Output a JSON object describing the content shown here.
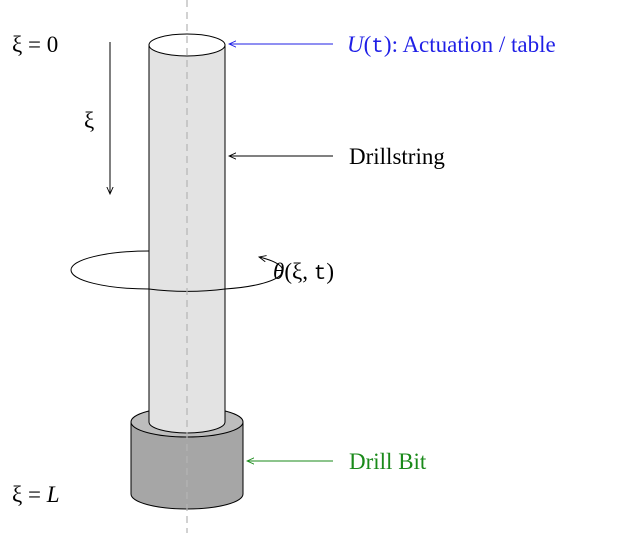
{
  "labels": {
    "xi_top": {
      "greek": "ξ",
      "op": " = ",
      "value": "0"
    },
    "xi_bottom": {
      "greek": "ξ",
      "op": " = ",
      "var": "L"
    },
    "xi_arrow": "ξ",
    "theta": {
      "sym": "θ",
      "open": "(",
      "xi": "ξ",
      "comma": ", ",
      "t": "t",
      "close": ")"
    },
    "actuation": {
      "sym": "U",
      "open": "(",
      "t": "t",
      "close": ")",
      "text": ": Actuation / table"
    },
    "drillstring": "Drillstring",
    "drill_bit": "Drill Bit"
  },
  "colors": {
    "actuation": "#1f1fe6",
    "drill_bit": "#1a8a1a",
    "drillstring_fill": "#e3e3e3",
    "bit_fill": "#a6a6a6",
    "axis": "#b5b5b5",
    "ink": "#000000"
  }
}
